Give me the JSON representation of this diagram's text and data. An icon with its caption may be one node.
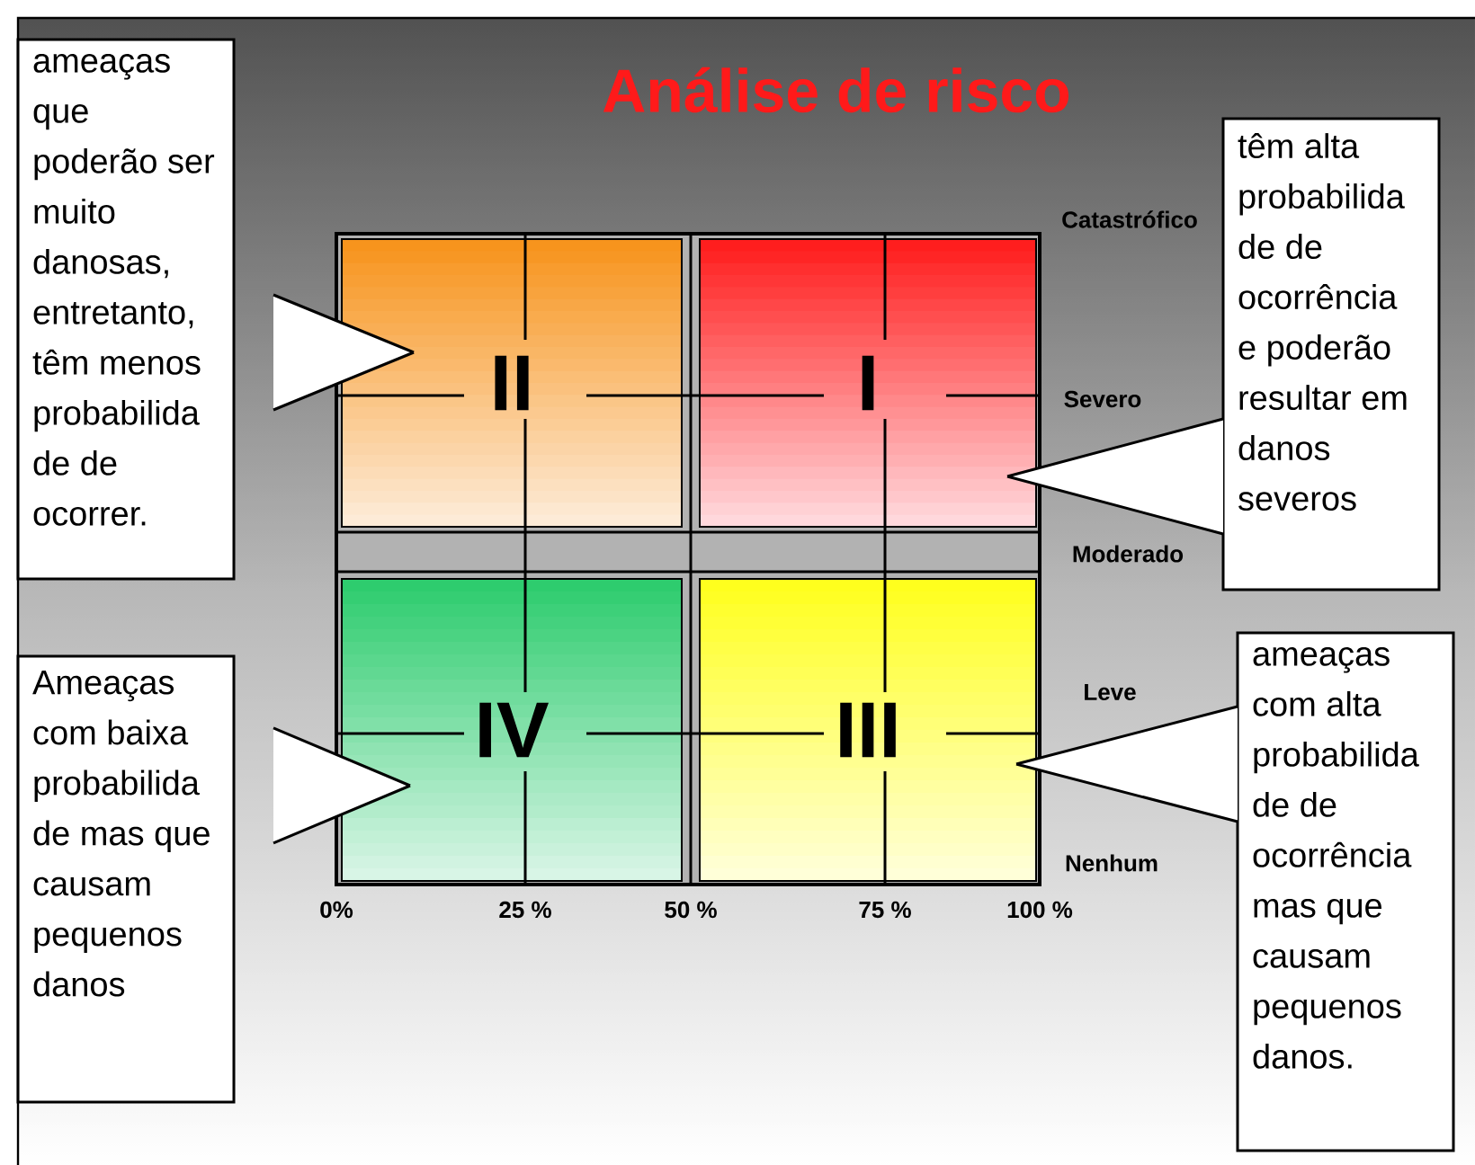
{
  "diagram": {
    "title": "Análise de risco",
    "nodes": [
      {
        "text": [
          "ameaças que poderão ser muito danosas, entretanto, têm menos probabilida de de ocorrer."
        ]
      },
      {
        "text": [
          "II"
        ]
      },
      {
        "text": [
          "I"
        ]
      },
      {
        "text": [
          "têm alta probabilida de de ocorrência e poderão resultar em danos severos"
        ]
      },
      {
        "text": [
          "Ameaças com baixa probabilida de mas que causam pequenos danos"
        ]
      },
      {
        "text": [
          "IV"
        ]
      },
      {
        "text": [
          "III"
        ]
      },
      {
        "text": [
          "ameaças com alta probabilida de de ocorrência mas que causam pequenos danos."
        ]
      }
    ],
    "edges": [
      {
        "from": 0,
        "to": 1,
        "arrow": "none"
      },
      {
        "from": 3,
        "to": 2,
        "arrow": "none"
      },
      {
        "from": 4,
        "to": 5,
        "arrow": "none"
      },
      {
        "from": 7,
        "to": 6,
        "arrow": "none"
      }
    ],
    "labels": [
      "Catastrófico",
      "Severo",
      "Moderado",
      "Leve",
      "Nenhum",
      "0%",
      "25 %",
      "50 %",
      "75 %",
      "100 %"
    ]
  }
}
